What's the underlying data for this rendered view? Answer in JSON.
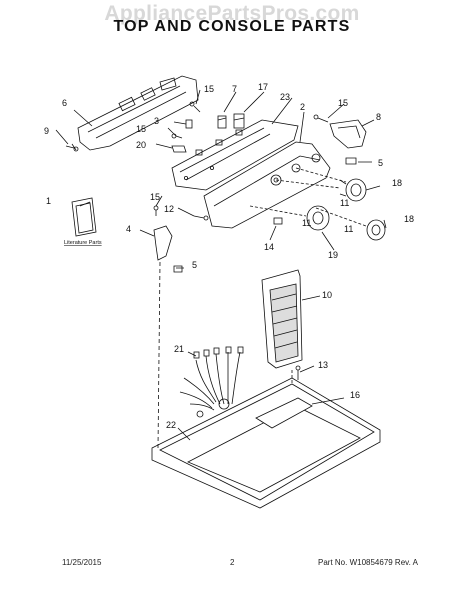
{
  "header": {
    "watermark": "AppliancePartsPros.com",
    "title": "TOP AND CONSOLE PARTS"
  },
  "literature_label": "Literature Parts",
  "callouts": {
    "c1": "1",
    "c2": "2",
    "c3": "3",
    "c4": "4",
    "c5a": "5",
    "c5b": "5",
    "c6": "6",
    "c7": "7",
    "c8": "8",
    "c9": "9",
    "c10": "10",
    "c11a": "11",
    "c11b": "11",
    "c11c": "11",
    "c12": "12",
    "c13": "13",
    "c14": "14",
    "c15a": "15",
    "c15b": "15",
    "c15c": "15",
    "c15d": "15",
    "c16": "16",
    "c17": "17",
    "c18a": "18",
    "c18b": "18",
    "c19": "19",
    "c20": "20",
    "c21": "21",
    "c22": "22",
    "c23": "23"
  },
  "footer": {
    "date": "11/25/2015",
    "page": "2",
    "part_no": "Part No. W10854679  Rev. A"
  }
}
